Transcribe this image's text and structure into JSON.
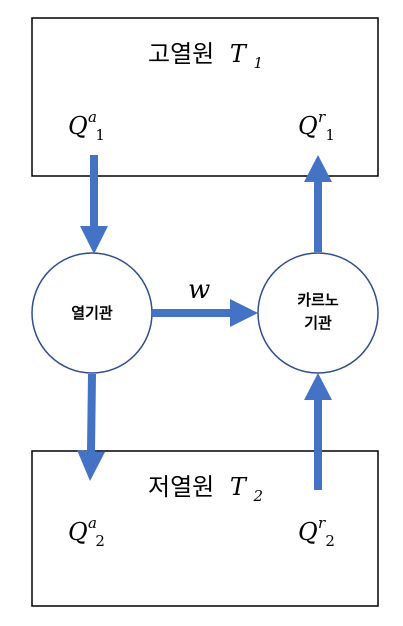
{
  "hot_reservoir": {
    "label": "고열원",
    "temp_symbol": "T",
    "temp_sub": "1",
    "heat_left": {
      "symbol": "Q",
      "sub": "1",
      "sup": "a"
    },
    "heat_right": {
      "symbol": "Q",
      "sub": "1",
      "sup": "r"
    }
  },
  "cold_reservoir": {
    "label": "저열원",
    "temp_symbol": "T",
    "temp_sub": "2",
    "heat_left": {
      "symbol": "Q",
      "sub": "2",
      "sup": "a"
    },
    "heat_right": {
      "symbol": "Q",
      "sub": "2",
      "sup": "r"
    }
  },
  "heat_engine": {
    "label": "열기관"
  },
  "carnot_engine": {
    "label_line1": "카르노",
    "label_line2": "기관"
  },
  "work": {
    "symbol": "w"
  },
  "colors": {
    "arrow": "#4472c4",
    "circle_stroke": "#2f4f8f",
    "box_stroke": "#000000"
  }
}
